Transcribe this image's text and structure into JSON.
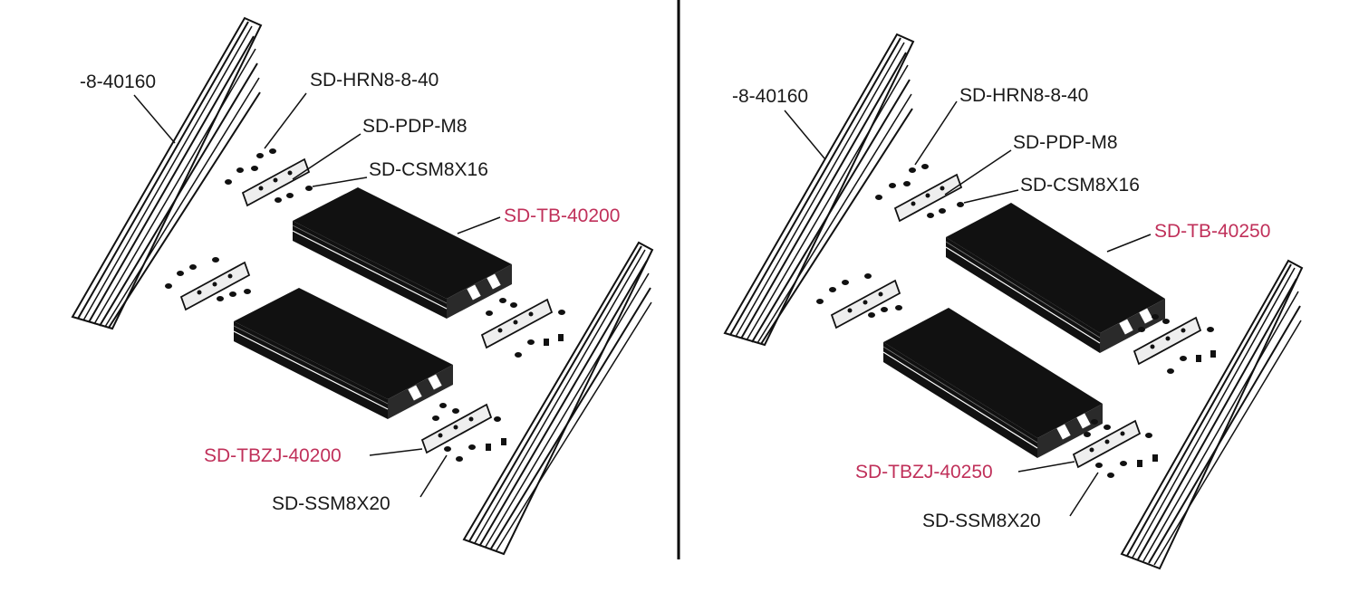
{
  "colors": {
    "background": "#ffffff",
    "ink": "#1a1a1a",
    "highlight": "#c0305a",
    "divider": "#000000",
    "part_fill": "#111111",
    "plate_fill": "#eeeeee"
  },
  "panels": [
    {
      "labels": {
        "profile": "-8-40160",
        "t_nut": "SD-HRN8-8-40",
        "plate": "SD-PDP-M8",
        "screw_top": "SD-CSM8X16",
        "beam": "SD-TB-40200",
        "connector": "SD-TBZJ-40200",
        "screw_bottom": "SD-SSM8X20"
      }
    },
    {
      "labels": {
        "profile": "-8-40160",
        "t_nut": "SD-HRN8-8-40",
        "plate": "SD-PDP-M8",
        "screw_top": "SD-CSM8X16",
        "beam": "SD-TB-40250",
        "connector": "SD-TBZJ-40250",
        "screw_bottom": "SD-SSM8X20"
      }
    }
  ]
}
